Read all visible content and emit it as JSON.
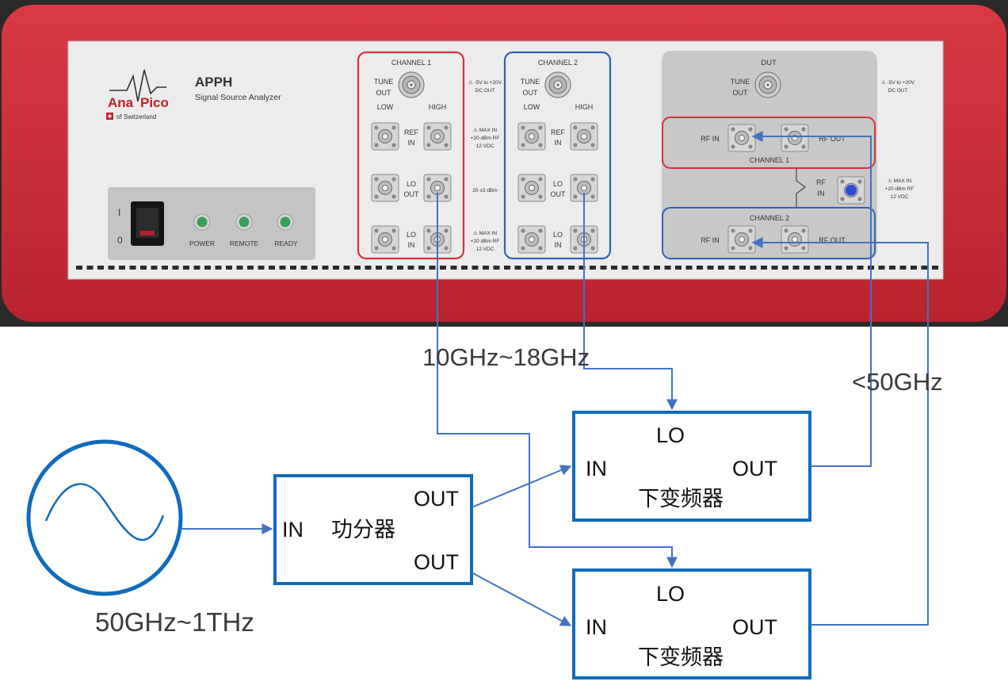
{
  "instrument": {
    "brand_left": "Ana",
    "brand_right": "Pico",
    "brand_sub": "of Switzerland",
    "model": "APPH",
    "model_sub": "Signal Source Analyzer",
    "switch_on_label": "I",
    "switch_off_label": "0",
    "leds": [
      "POWER",
      "REMOTE",
      "READY"
    ],
    "colors": {
      "case": "#cc2b36",
      "panel": "#eeeeee",
      "channel1": "#d8303a",
      "channel2": "#2e64b8",
      "dut_bg": "#c8c8c8",
      "led": "#3aa05a"
    },
    "channel1": {
      "title": "CHANNEL 1",
      "tune_out": [
        "TUNE",
        "OUT"
      ],
      "low": "LOW",
      "high": "HIGH",
      "ref_in": [
        "REF",
        "IN"
      ],
      "lo_out": [
        "LO",
        "OUT"
      ],
      "lo_in": [
        "LO",
        "IN"
      ]
    },
    "channel2": {
      "title": "CHANNEL 2",
      "tune_out": [
        "TUNE",
        "OUT"
      ],
      "low": "LOW",
      "high": "HIGH",
      "ref_in": [
        "REF",
        "IN"
      ],
      "lo_out": [
        "LO",
        "OUT"
      ],
      "lo_in": [
        "LO",
        "IN"
      ]
    },
    "spec_tune": [
      "⚠ -5V to +20V",
      "DC OUT"
    ],
    "spec_max_in": [
      "⚠ MAX IN",
      "+20 dBm RF",
      "12 VDC"
    ],
    "spec_lo_out": "20 ±3 dBm",
    "dut": {
      "title": "DUT",
      "tune_out": [
        "TUNE",
        "OUT"
      ],
      "spec_tune": [
        "⚠ -5V to +20V",
        "DC OUT"
      ],
      "ch1_title": "CHANNEL 1",
      "ch2_title": "CHANNEL 2",
      "rf_in": "RF IN",
      "rf_out": "RF OUT",
      "rf_in_mid": [
        "RF",
        "IN"
      ],
      "spec_max_in": [
        "⚠ MAX IN",
        "+20 dBm RF",
        "12 VDC"
      ]
    }
  },
  "diagram": {
    "source_freq": "50GHz~1THz",
    "lo_freq": "10GHz~18GHz",
    "if_freq": "<50GHz",
    "splitter": {
      "name": "功分器",
      "in": "IN",
      "out1": "OUT",
      "out2": "OUT"
    },
    "mixer1": {
      "name": "下变频器",
      "lo": "LO",
      "in": "IN",
      "out": "OUT"
    },
    "mixer2": {
      "name": "下变频器",
      "lo": "LO",
      "in": "IN",
      "out": "OUT"
    },
    "colors": {
      "box_border": "#0f6cbd",
      "line": "#4472c4"
    }
  }
}
